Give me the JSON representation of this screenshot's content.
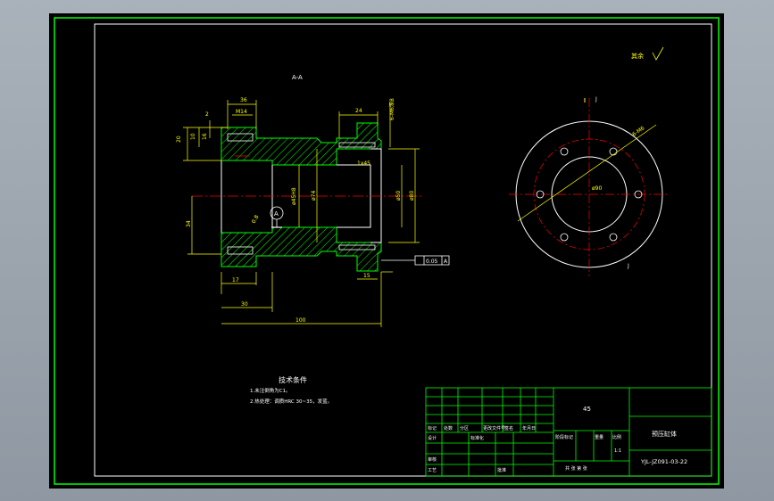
{
  "section_label": "A-A",
  "roughness_label": "其余",
  "dims": {
    "d36": "36",
    "m14": "M14",
    "d24": "24",
    "d2": "2",
    "d20": "20",
    "d10": "10",
    "d16": "16",
    "holes": "6-M6深8",
    "d1": "1x45",
    "bore_tol": "ø45H8",
    "d74": "ø74",
    "d50": "ø50",
    "d80": "ø80",
    "d34": "34",
    "d17": "17",
    "d30": "30",
    "d100": "100",
    "d15": "15",
    "r08": "0.8",
    "datum": "A",
    "tol_value": "0.05",
    "tol_datum": "A",
    "c_phi": "ø90",
    "c_holes": "6-M6"
  },
  "tech_req": {
    "title": "技术条件",
    "line1": "1.未注倒角为C1。",
    "line2": "2.热处理：调质HRC 30~35，发蓝。"
  },
  "title_block": {
    "material": "45",
    "part_name": "预压缸体",
    "drawing_no": "YJL-JZ091-03-22",
    "row_biaoji": "标记",
    "row_chushu": "处数",
    "row_fenqu": "分区",
    "row_gengai": "更改文件号",
    "row_qianming": "签名",
    "row_nianyue": "年月日",
    "row_sheji": "设计",
    "row_biaozhunhua": "标准化",
    "row_shenhe": "审核",
    "row_gongyi": "工艺",
    "row_pizhun": "批准",
    "jieduan": "阶段标记",
    "zhongliang": "重量",
    "bili": "比例",
    "bili_val": "1:1",
    "gong": "共 张  第 张"
  }
}
